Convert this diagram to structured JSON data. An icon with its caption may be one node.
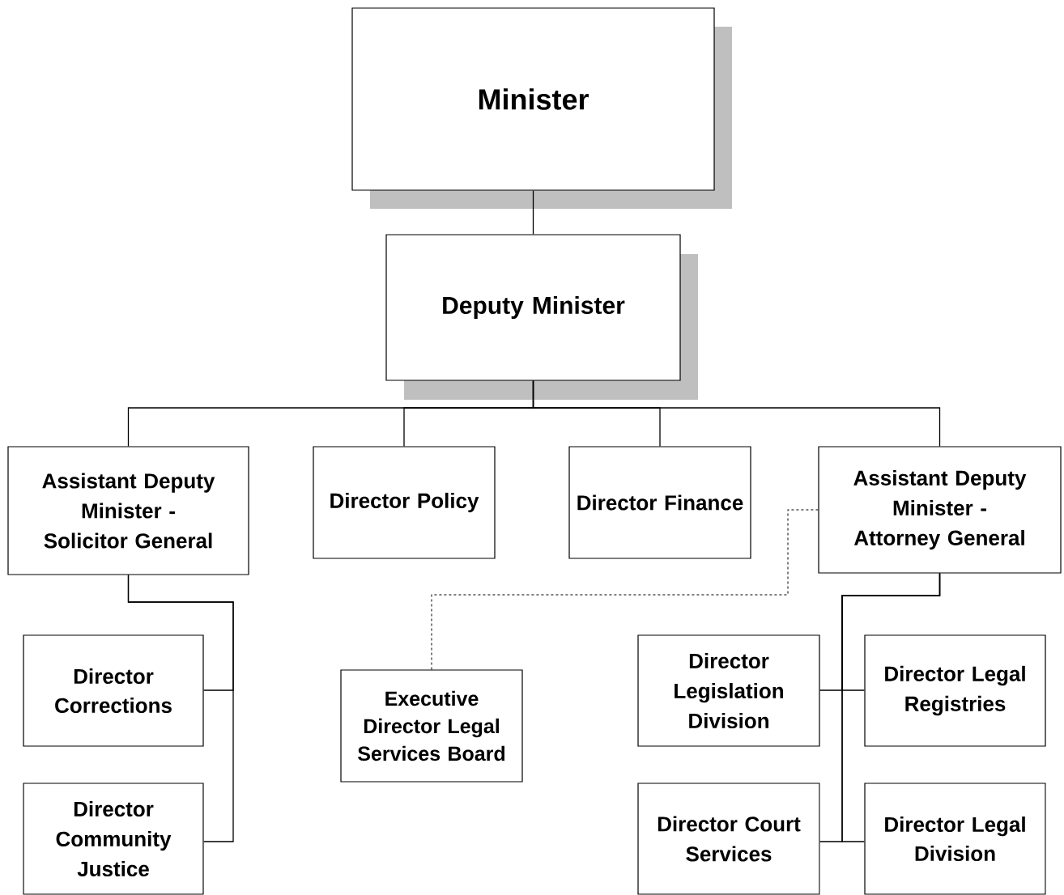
{
  "diagram": {
    "nodes": [
      {
        "text": [
          "Minister"
        ]
      },
      {
        "text": [
          "Deputy Minister"
        ]
      },
      {
        "text": [
          "Assistant Deputy Minister - Solicitor General"
        ]
      },
      {
        "text": [
          "Director Policy"
        ]
      },
      {
        "text": [
          "Director Finance"
        ]
      },
      {
        "text": [
          "Assistant Deputy Minister - Attorney General"
        ]
      },
      {
        "text": [
          "Director Corrections"
        ]
      },
      {
        "text": [
          "Director Community Justice"
        ]
      },
      {
        "text": [
          "Executive Director Legal Services Board"
        ]
      },
      {
        "text": [
          "Director Legislation Division"
        ]
      },
      {
        "text": [
          "Director Legal Registries"
        ]
      },
      {
        "text": [
          "Director Court Services"
        ]
      },
      {
        "text": [
          "Director Legal Division"
        ]
      }
    ],
    "edges": [
      {
        "from": 0,
        "to": 1,
        "arrow": "none"
      },
      {
        "from": 1,
        "to": 2,
        "arrow": "none"
      },
      {
        "from": 1,
        "to": 3,
        "arrow": "none"
      },
      {
        "from": 1,
        "to": 4,
        "arrow": "none"
      },
      {
        "from": 1,
        "to": 5,
        "arrow": "none"
      },
      {
        "from": 2,
        "to": 6,
        "arrow": "none"
      },
      {
        "from": 2,
        "to": 7,
        "arrow": "none"
      },
      {
        "from": 5,
        "to": 8,
        "arrow": "none",
        "style": "dashed"
      },
      {
        "from": 5,
        "to": 9,
        "arrow": "none"
      },
      {
        "from": 5,
        "to": 10,
        "arrow": "none"
      },
      {
        "from": 5,
        "to": 11,
        "arrow": "none"
      },
      {
        "from": 5,
        "to": 12,
        "arrow": "none"
      }
    ]
  }
}
